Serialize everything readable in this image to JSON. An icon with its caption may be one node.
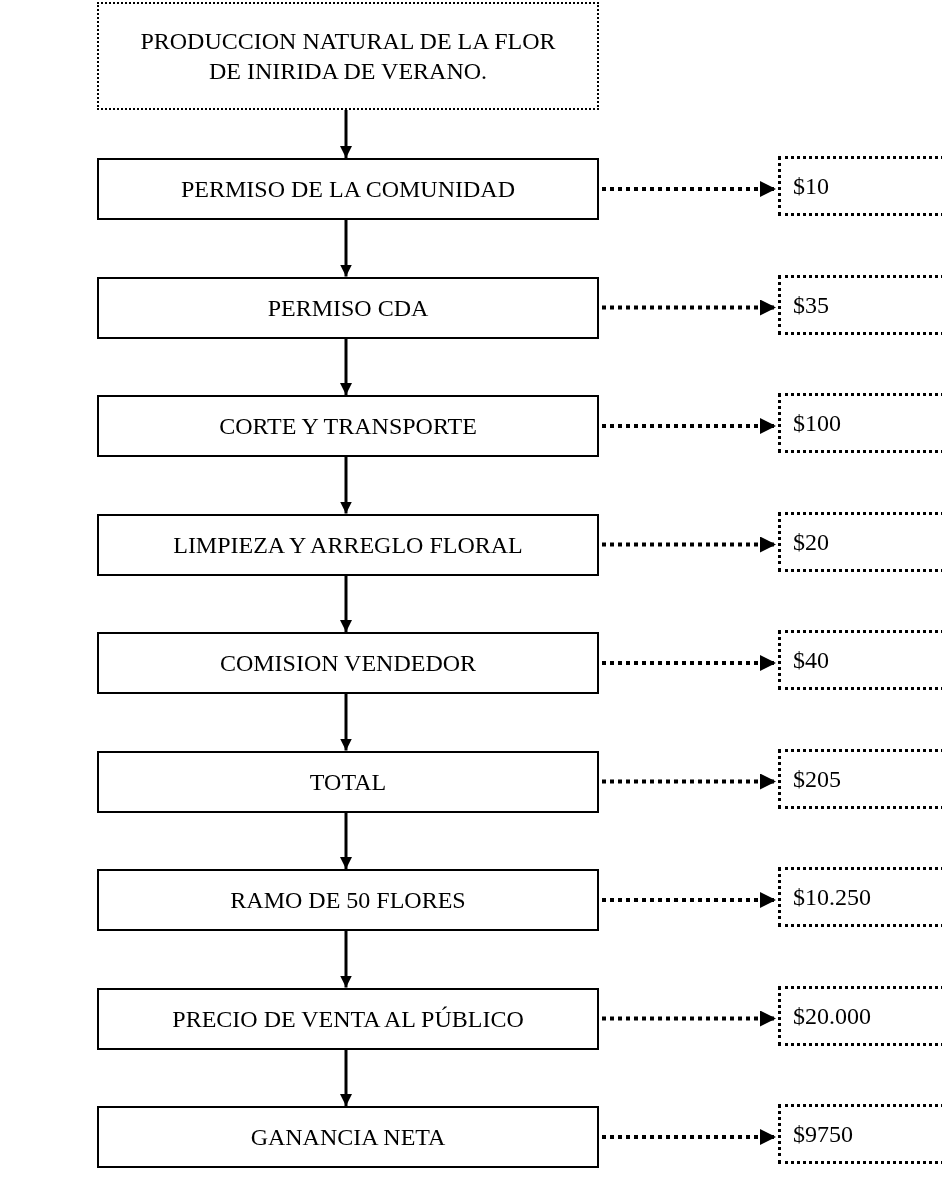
{
  "diagram": {
    "nodes": [
      {
        "text": [
          "PRODUCCION NATURAL DE LA FLOR DE INIRIDA DE VERANO."
        ]
      },
      {
        "text": [
          "PERMISO DE LA COMUNIDAD"
        ]
      },
      {
        "text": [
          "$10"
        ]
      },
      {
        "text": [
          "PERMISO CDA"
        ]
      },
      {
        "text": [
          "$35"
        ]
      },
      {
        "text": [
          "CORTE Y TRANSPORTE"
        ]
      },
      {
        "text": [
          "$100"
        ]
      },
      {
        "text": [
          "LIMPIEZA Y ARREGLO FLORAL"
        ]
      },
      {
        "text": [
          "$20"
        ]
      },
      {
        "text": [
          "COMISION VENDEDOR"
        ]
      },
      {
        "text": [
          "$40"
        ]
      },
      {
        "text": [
          "TOTAL"
        ]
      },
      {
        "text": [
          "$205"
        ]
      },
      {
        "text": [
          "RAMO DE 50 FLORES"
        ]
      },
      {
        "text": [
          "$10.250"
        ]
      },
      {
        "text": [
          "PRECIO DE VENTA AL PÚBLICO"
        ]
      },
      {
        "text": [
          "$20.000"
        ]
      },
      {
        "text": [
          "GANANCIA NETA"
        ]
      },
      {
        "text": [
          "$9750"
        ]
      }
    ],
    "edges": [
      {
        "from": 0,
        "to": 1,
        "arrow": "to"
      },
      {
        "from": 1,
        "to": 2,
        "arrow": "to",
        "style": "dashed"
      },
      {
        "from": 1,
        "to": 3,
        "arrow": "to"
      },
      {
        "from": 3,
        "to": 4,
        "arrow": "to",
        "style": "dashed"
      },
      {
        "from": 3,
        "to": 5,
        "arrow": "to"
      },
      {
        "from": 5,
        "to": 6,
        "arrow": "to",
        "style": "dashed"
      },
      {
        "from": 5,
        "to": 7,
        "arrow": "to"
      },
      {
        "from": 7,
        "to": 8,
        "arrow": "to",
        "style": "dashed"
      },
      {
        "from": 7,
        "to": 9,
        "arrow": "to"
      },
      {
        "from": 9,
        "to": 10,
        "arrow": "to",
        "style": "dashed"
      },
      {
        "from": 9,
        "to": 11,
        "arrow": "to"
      },
      {
        "from": 11,
        "to": 12,
        "arrow": "to",
        "style": "dashed"
      },
      {
        "from": 11,
        "to": 13,
        "arrow": "to"
      },
      {
        "from": 13,
        "to": 14,
        "arrow": "to",
        "style": "dashed"
      },
      {
        "from": 13,
        "to": 15,
        "arrow": "to"
      },
      {
        "from": 15,
        "to": 16,
        "arrow": "to",
        "style": "dashed"
      },
      {
        "from": 15,
        "to": 17,
        "arrow": "to"
      },
      {
        "from": 17,
        "to": 18,
        "arrow": "to",
        "style": "dashed"
      }
    ]
  }
}
